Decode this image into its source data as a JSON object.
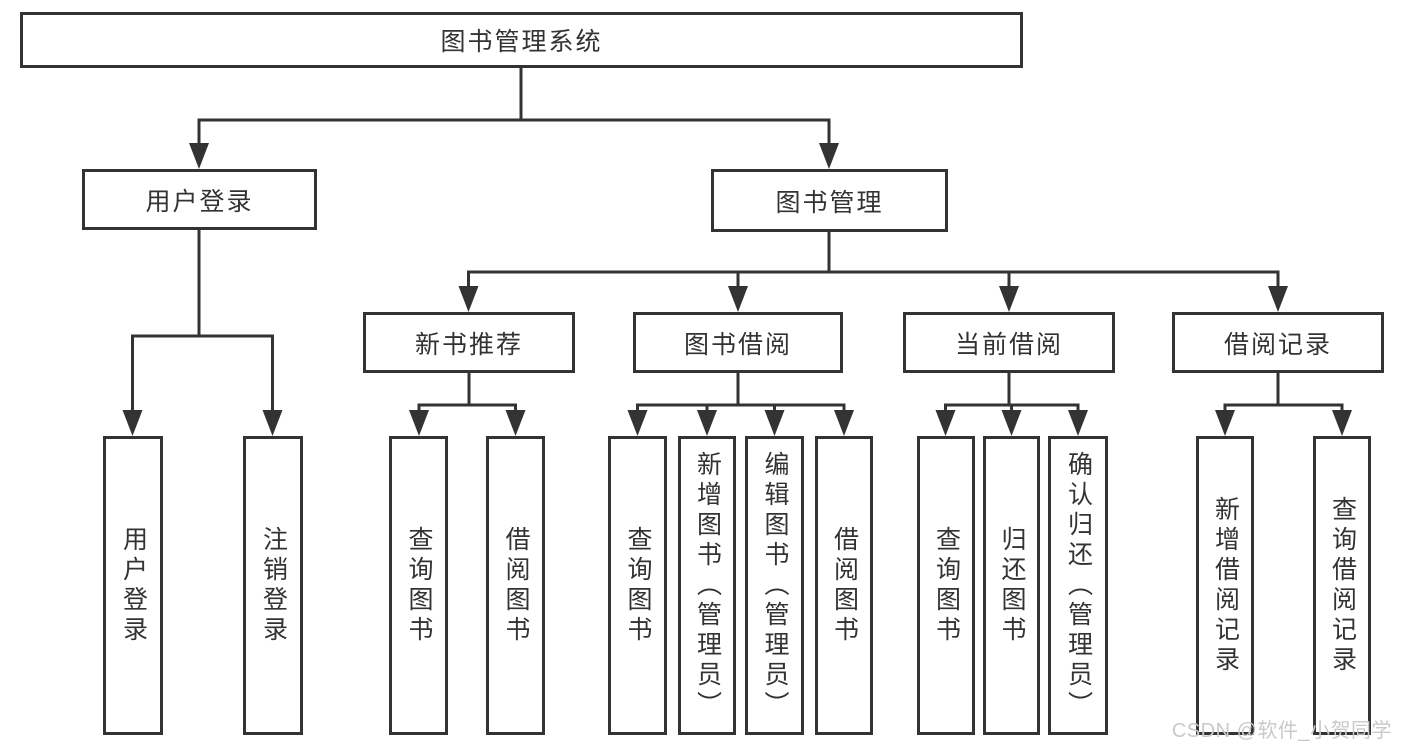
{
  "tree": {
    "label": "图书管理系统",
    "children": [
      {
        "label": "用户登录",
        "children": [
          {
            "label": "用户登录"
          },
          {
            "label": "注销登录"
          }
        ]
      },
      {
        "label": "图书管理",
        "children": [
          {
            "label": "新书推荐",
            "children": [
              {
                "label": "查询图书"
              },
              {
                "label": "借阅图书"
              }
            ]
          },
          {
            "label": "图书借阅",
            "children": [
              {
                "label": "查询图书"
              },
              {
                "label": "新增图书（管理员）"
              },
              {
                "label": "编辑图书（管理员）"
              },
              {
                "label": "借阅图书"
              }
            ]
          },
          {
            "label": "当前借阅",
            "children": [
              {
                "label": "查询图书"
              },
              {
                "label": "归还图书"
              },
              {
                "label": "确认归还（管理员）"
              }
            ]
          },
          {
            "label": "借阅记录",
            "children": [
              {
                "label": "新增借阅记录"
              },
              {
                "label": "查询借阅记录"
              }
            ]
          }
        ]
      }
    ]
  },
  "watermark": {
    "text": "CSDN @软件_小贺同学"
  },
  "colors": {
    "line": "#333333",
    "box_border": "#333333",
    "text": "#333333",
    "watermark": "#c9c9c9",
    "background": "#ffffff"
  }
}
